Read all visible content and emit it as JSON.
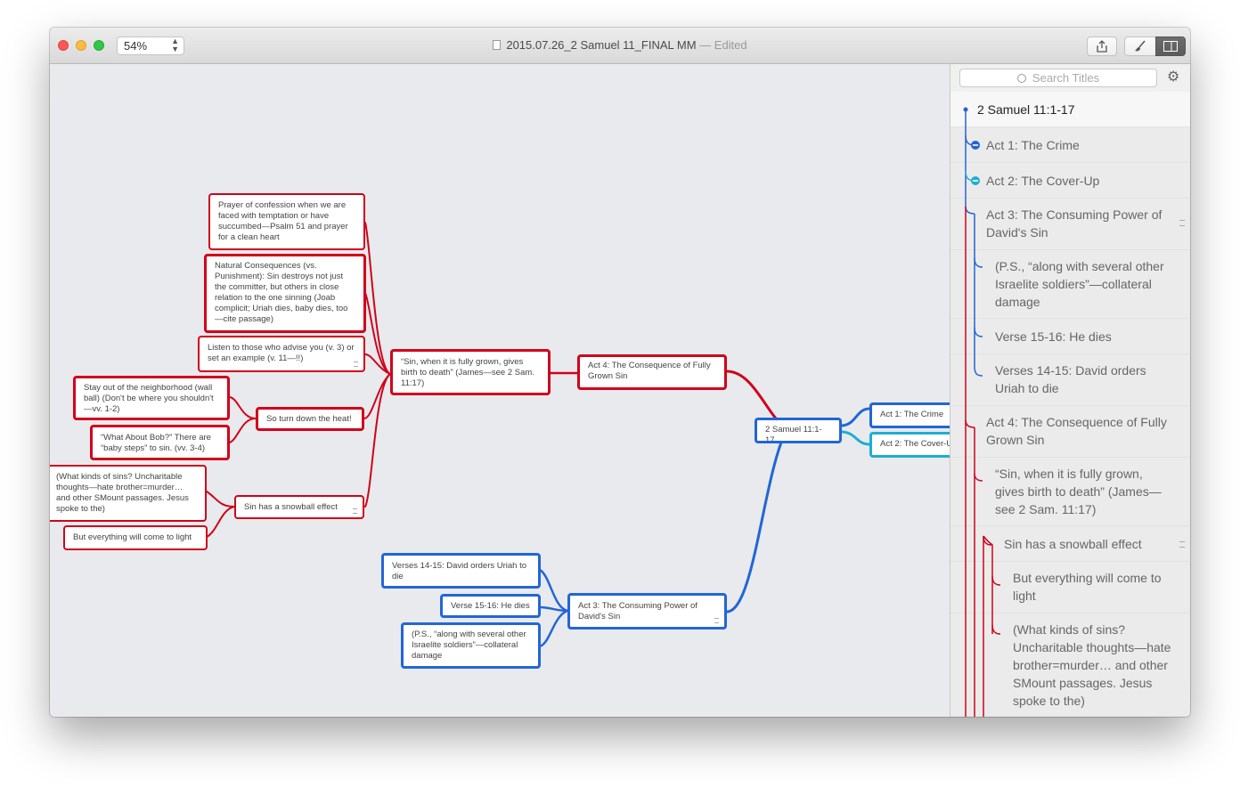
{
  "window": {
    "zoom": "54%",
    "title": "2015.07.26_2 Samuel 11_FINAL MM",
    "status": "— Edited",
    "icons": [
      "share-icon",
      "brush-icon",
      "sidebar-icon"
    ]
  },
  "colors": {
    "red": "#d0021b",
    "blue": "#2266d6",
    "teal": "#1eaed0"
  },
  "mindmap": {
    "root": "2 Samuel 11:1-17",
    "act1": "Act 1: The Crime",
    "act2": "Act 2: The Cover-U",
    "act3": "Act 3: The Consuming Power of David's Sin",
    "act3_children": [
      "Verses 14-15: David orders Uriah to die",
      "Verse 15-16: He dies",
      "(P.S., “along with several other Israelite soldiers”—collateral damage"
    ],
    "act4": "Act 4: The Consequence of Fully Grown Sin",
    "quote": "“Sin, when it is fully grown, gives birth to death” (James—see 2 Sam. 11:17)",
    "quote_children": [
      "Prayer of confession when we are faced with temptation or have succumbed—Psalm 51 and prayer for a clean heart",
      "Natural Consequences (vs. Punishment): Sin destroys not just the committer, but others in close relation to the one sinning (Joab complicit; Uriah dies, baby dies, too—cite passage)",
      "Listen to those who advise you (v. 3) or set an example (v. 11—!!)"
    ],
    "heat": "So turn down the heat!",
    "heat_children": [
      "Stay out of the neighborhood (wall ball) (Don't be where you shouldn't—vv. 1-2)",
      "“What About Bob?” There are “baby steps” to sin. (vv. 3-4)"
    ],
    "snowball": "Sin has a snowball effect",
    "snowball_children": [
      "(What kinds of sins? Uncharitable thoughts—hate brother=murder… and other SMount passages. Jesus spoke to the)",
      "But everything will come to light"
    ]
  },
  "sidebar": {
    "search_placeholder": "Search Titles",
    "outline": [
      "2 Samuel 11:1-17",
      "Act 1: The Crime",
      "Act 2: The Cover-Up",
      "Act 3: The Consuming Power of David's Sin",
      "(P.S., “along with several other Israelite soldiers”—collateral damage",
      "Verse 15-16: He dies",
      "Verses 14-15: David orders Uriah to die",
      "Act 4: The Consequence of Fully Grown Sin",
      "“Sin, when it is fully grown, gives birth to death” (James—see 2 Sam. 11:17)",
      "Sin has a snowball effect",
      "But everything will come to light",
      "(What kinds of sins? Uncharitable thoughts—hate brother=murder… and other SMount passages. Jesus spoke to the)"
    ]
  }
}
